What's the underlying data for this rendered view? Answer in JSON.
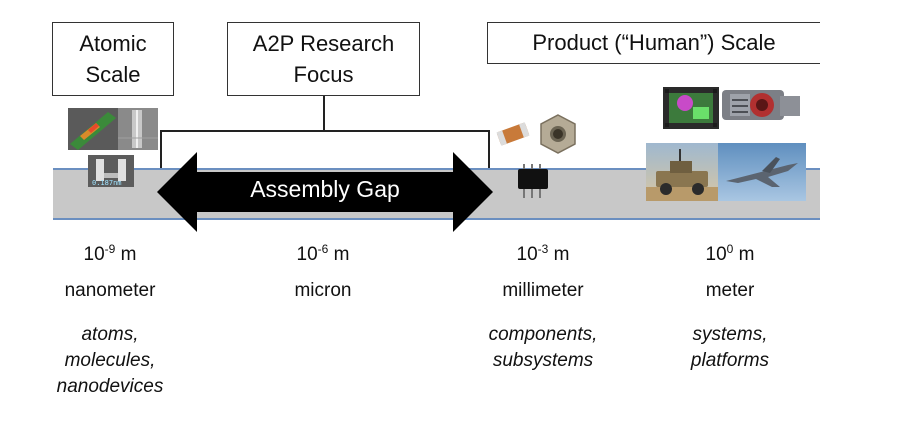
{
  "boxes": {
    "atomic": [
      "Atomic",
      "Scale"
    ],
    "a2p": [
      "A2P Research",
      "Focus"
    ],
    "product": "Product (“Human”) Scale"
  },
  "gap_label": "Assembly Gap",
  "scales": [
    {
      "base": "10",
      "exponent": "-9",
      "suffix": " m",
      "unit": "nanometer",
      "desc": [
        "atoms,",
        "molecules,",
        "nanodevices"
      ]
    },
    {
      "base": "10",
      "exponent": "-6",
      "suffix": " m",
      "unit": "micron",
      "desc": []
    },
    {
      "base": "10",
      "exponent": "-3",
      "suffix": " m",
      "unit": "millimeter",
      "desc": [
        "components,",
        "subsystems"
      ]
    },
    {
      "base": "10",
      "exponent": "0",
      "suffix": " m",
      "unit": "meter",
      "desc": [
        "systems,",
        "platforms"
      ]
    }
  ],
  "icons": {
    "nanodevice_scale_label": "0.187nm",
    "chip_color": "#111111",
    "capacitor_color": "#c87a3a",
    "band_color": "#c8c8c8",
    "arrow_color": "#000000"
  }
}
